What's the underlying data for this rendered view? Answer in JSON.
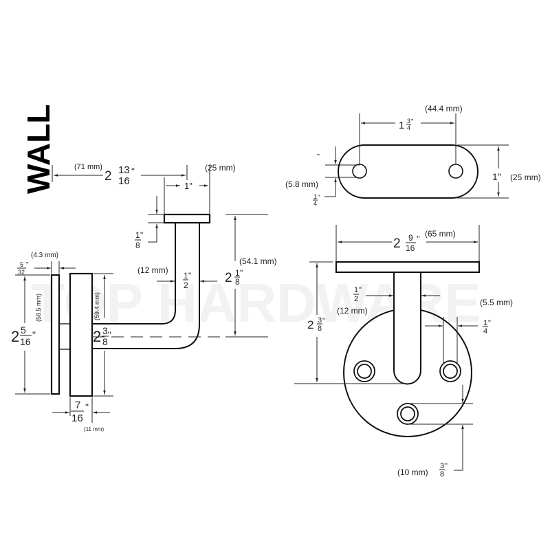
{
  "title": "WALL",
  "watermark": "TOP HARDWARE",
  "side_view": {
    "reach": {
      "whole": "2",
      "num": "13",
      "den": "16",
      "mm": "(71 mm)"
    },
    "plate_width": {
      "whole": "1",
      "mm": "(25 mm)"
    },
    "plate_thickness": {
      "num": "1",
      "den": "8"
    },
    "arm_diameter": {
      "num": "1",
      "den": "2",
      "mm": "(12 mm)"
    },
    "height": {
      "whole": "2",
      "num": "1",
      "den": "8",
      "mm": "(54.1 mm)"
    },
    "escutcheon_thickness": {
      "num": "5",
      "den": "32",
      "mm": "(4.3 mm)"
    },
    "escutcheon_height": {
      "whole": "2",
      "num": "5",
      "den": "16",
      "mm": "(58.5 mm)"
    },
    "base_height": {
      "whole": "2",
      "num": "3",
      "den": "8",
      "mm": "(59.4 mm)"
    },
    "base_thickness": {
      "num": "7",
      "den": "16",
      "mm": "(11 mm)"
    }
  },
  "top_view": {
    "hole_spacing": {
      "whole": "1",
      "num": "3",
      "den": "4",
      "mm": "(44.4 mm)"
    },
    "plate_width": {
      "whole": "1",
      "mm": "(25 mm)"
    },
    "hole_diameter": {
      "num": "1",
      "den": "4",
      "mm": "(5.8 mm)"
    }
  },
  "front_view": {
    "plate_length": {
      "whole": "2",
      "num": "9",
      "den": "16",
      "mm": "(65 mm)"
    },
    "stem_width": {
      "num": "1",
      "den": "2",
      "mm": "(12 mm)"
    },
    "height": {
      "whole": "2",
      "num": "3",
      "den": "8"
    },
    "hole": {
      "num": "1",
      "den": "4",
      "mm": "(5.5 mm)"
    },
    "edge_offset": {
      "num": "3",
      "den": "8",
      "mm": "(10 mm)"
    }
  }
}
